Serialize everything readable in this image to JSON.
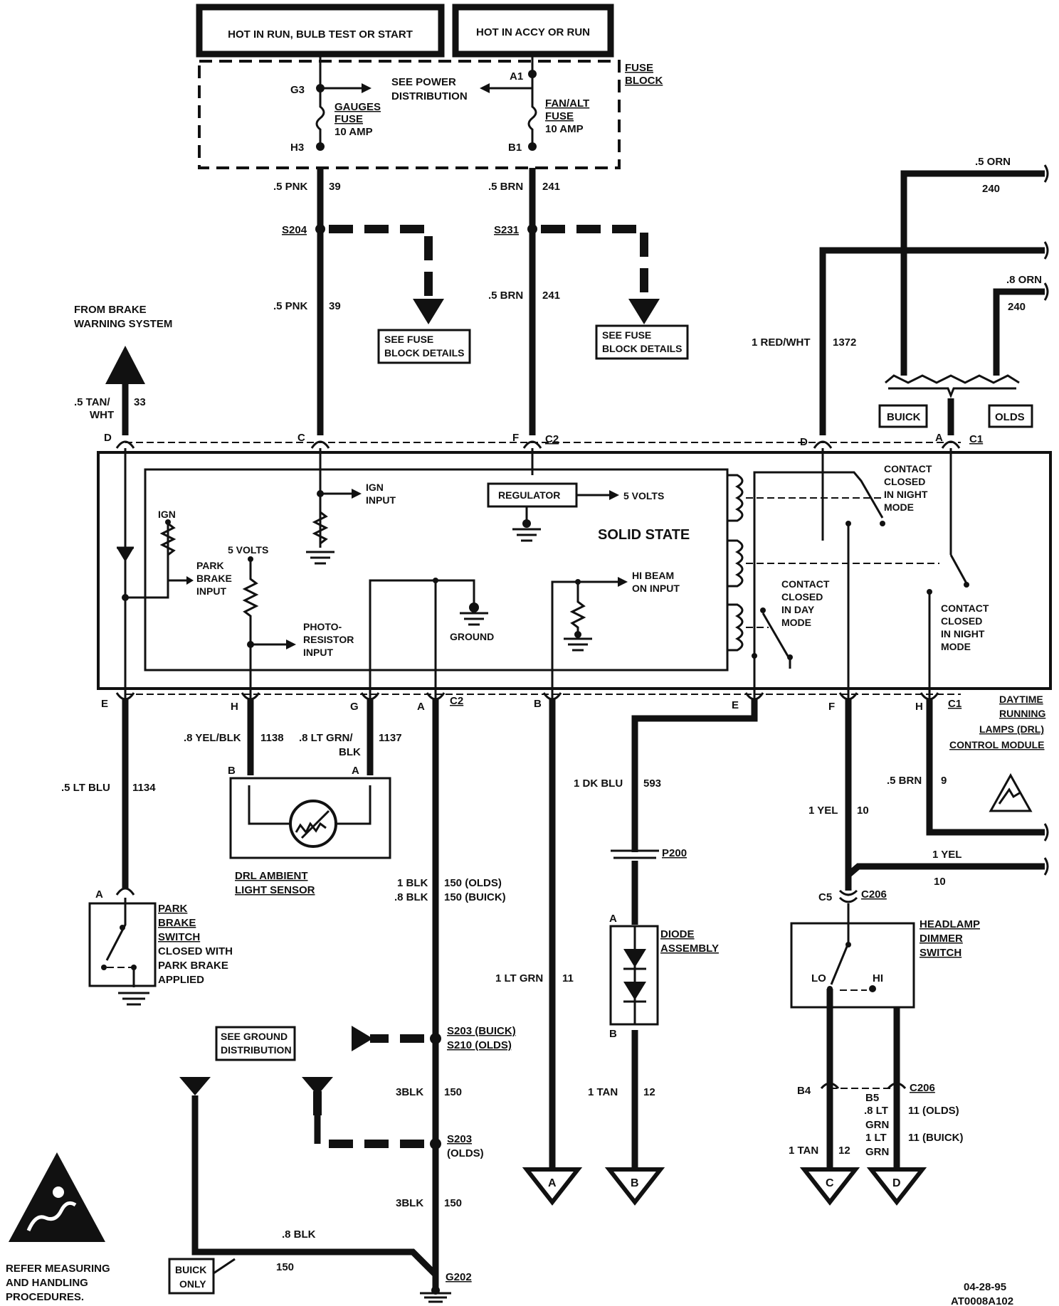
{
  "header": {
    "hot_run_bulb": "HOT IN RUN, BULB TEST OR START",
    "hot_accy_run": "HOT  IN  ACCY  OR  RUN"
  },
  "fuse_block": {
    "title_line1": "FUSE",
    "title_line2": "BLOCK",
    "see_power_line1": "SEE POWER",
    "see_power_line2": "DISTRIBUTION",
    "gauges_line1": "GAUGES",
    "gauges_line2": "FUSE",
    "gauges_line3": "10  AMP",
    "fanalt_line1": "FAN/ALT",
    "fanalt_line2": "FUSE",
    "fanalt_line3": "10 AMP",
    "pin_g3": "G3",
    "pin_h3": "H3",
    "pin_a1": "A1",
    "pin_b1": "B1"
  },
  "wires": {
    "pnk_gauge": ".5 PNK",
    "pnk_circuit": "39",
    "brn_gauge": ".5 BRN",
    "brn_circuit": "241",
    "orn5_gauge": ".5 ORN",
    "orn_circuit": "240",
    "orn8_gauge": ".8 ORN",
    "redwht_gauge": "1 RED/WHT",
    "redwht_circuit": "1372",
    "tanwht_line1": ".5 TAN/",
    "tanwht_line2": "WHT",
    "tanwht_circuit": "33",
    "ltblu_gauge": ".5 LT BLU",
    "ltblu_circuit": "1134",
    "yelblk_gauge": ".8 YEL/BLK",
    "yelblk_circuit": "1138",
    "ltgrnblk_line1": ".8 LT GRN/",
    "ltgrnblk_line2": "BLK",
    "ltgrnblk_circuit": "1137",
    "blk_olds": "1 BLK",
    "blk_olds_circuit": "150 (OLDS)",
    "blk_buick": ".8 BLK",
    "blk_buick_circuit": "150 (BUICK)",
    "ltgrn_gauge": "1 LT GRN",
    "ltgrn_circuit": "11",
    "dkblu_gauge": "1 DK BLU",
    "dkblu_circuit": "593",
    "brn9_gauge": ".5 BRN",
    "brn9_circuit": "9",
    "yel_gauge": "1 YEL",
    "yel_circuit": "10",
    "tan_gauge": "1 TAN",
    "tan_circuit": "12",
    "blk3_gauge": "3BLK",
    "blk3_circuit": "150",
    "blk8_gauge": ".8 BLK",
    "blk8_circuit": "150",
    "b5_line1": ".8 LT",
    "b5_line2": "GRN",
    "b5_circuit_olds": "11 (OLDS)",
    "b5_line3": "1   LT",
    "b5_line4": "GRN",
    "b5_circuit_buick": "11 (BUICK)"
  },
  "splices": {
    "s204": "S204",
    "s231": "S231",
    "s203_buick": "S203  (BUICK)",
    "s210_olds": "S210  (OLDS)",
    "s203_olds": "S203",
    "s203_olds_tag": "(OLDS)",
    "p200": "P200",
    "g202": "G202"
  },
  "notes": {
    "see_fuse_line1": "SEE FUSE",
    "see_fuse_line2": "BLOCK DETAILS",
    "from_brake_line1": "FROM BRAKE",
    "from_brake_line2": "WARNING SYSTEM",
    "see_ground_line1": "SEE GROUND",
    "see_ground_line2": "DISTRIBUTION",
    "buick": "BUICK",
    "olds": "OLDS",
    "buick_only_line1": "BUICK",
    "buick_only_line2": "ONLY",
    "refer_line1": "REFER MEASURING",
    "refer_line2": "AND HANDLING",
    "refer_line3": "PROCEDURES.",
    "date": "04-28-95",
    "code": "AT0008A102"
  },
  "module": {
    "name_line1": "DAYTIME",
    "name_line2": "RUNNING",
    "name_line3": "LAMPS (DRL)",
    "name_line4": "CONTROL MODULE",
    "solid_state": "SOLID STATE",
    "regulator": "REGULATOR",
    "five_volts_reg": "5 VOLTS",
    "five_volts": "5 VOLTS",
    "ign": "IGN",
    "ign_input_line1": "IGN",
    "ign_input_line2": "INPUT",
    "park_line1": "PARK",
    "park_line2": "BRAKE",
    "park_line3": "INPUT",
    "photo_line1": "PHOTO-",
    "photo_line2": "RESISTOR",
    "photo_line3": "INPUT",
    "ground": "GROUND",
    "hibeam_line1": "HI BEAM",
    "hibeam_line2": "ON INPUT",
    "night1_line1": "CONTACT",
    "night1_line2": "CLOSED",
    "night1_line3": "IN NIGHT",
    "night1_line4": "MODE",
    "day_line1": "CONTACT",
    "day_line2": "CLOSED",
    "day_line3": "IN DAY",
    "day_line4": "MODE",
    "night2_line1": "CONTACT",
    "night2_line2": "CLOSED",
    "night2_line3": "IN NIGHT",
    "night2_line4": "MODE"
  },
  "pins": {
    "top_d": "D",
    "top_c": "C",
    "top_f": "F",
    "top_c2": "C2",
    "top_d1": "D",
    "top_a": "A",
    "top_c1": "C1",
    "bot_e": "E",
    "bot_h": "H",
    "bot_g": "G",
    "bot_a": "A",
    "bot_c2": "C2",
    "bot_b": "B",
    "bot_e2": "E",
    "bot_f": "F",
    "bot_h2": "H",
    "bot_c1": "C1"
  },
  "components": {
    "sensor_line1": "DRL  AMBIENT",
    "sensor_line2": "LIGHT  SENSOR",
    "sensor_pin_b": "B",
    "sensor_pin_a": "A",
    "park_switch_line1": "PARK",
    "park_switch_line2": "BRAKE",
    "park_switch_line3": "SWITCH",
    "park_switch_line4": "CLOSED WITH",
    "park_switch_line5": "PARK BRAKE",
    "park_switch_line6": "APPLIED",
    "park_switch_pin": "A",
    "diode_line1": "DIODE",
    "diode_line2": "ASSEMBLY",
    "diode_pin_a": "A",
    "diode_pin_b": "B",
    "dimmer_line1": "HEADLAMP",
    "dimmer_line2": "DIMMER",
    "dimmer_line3": "SWITCH",
    "dimmer_lo": "LO",
    "dimmer_hi": "HI",
    "c5": "C5",
    "c206": "C206",
    "b4": "B4",
    "b5": "B5",
    "c206b": "C206"
  },
  "grounds": {
    "a": "A",
    "b": "B",
    "c": "C",
    "d": "D"
  }
}
